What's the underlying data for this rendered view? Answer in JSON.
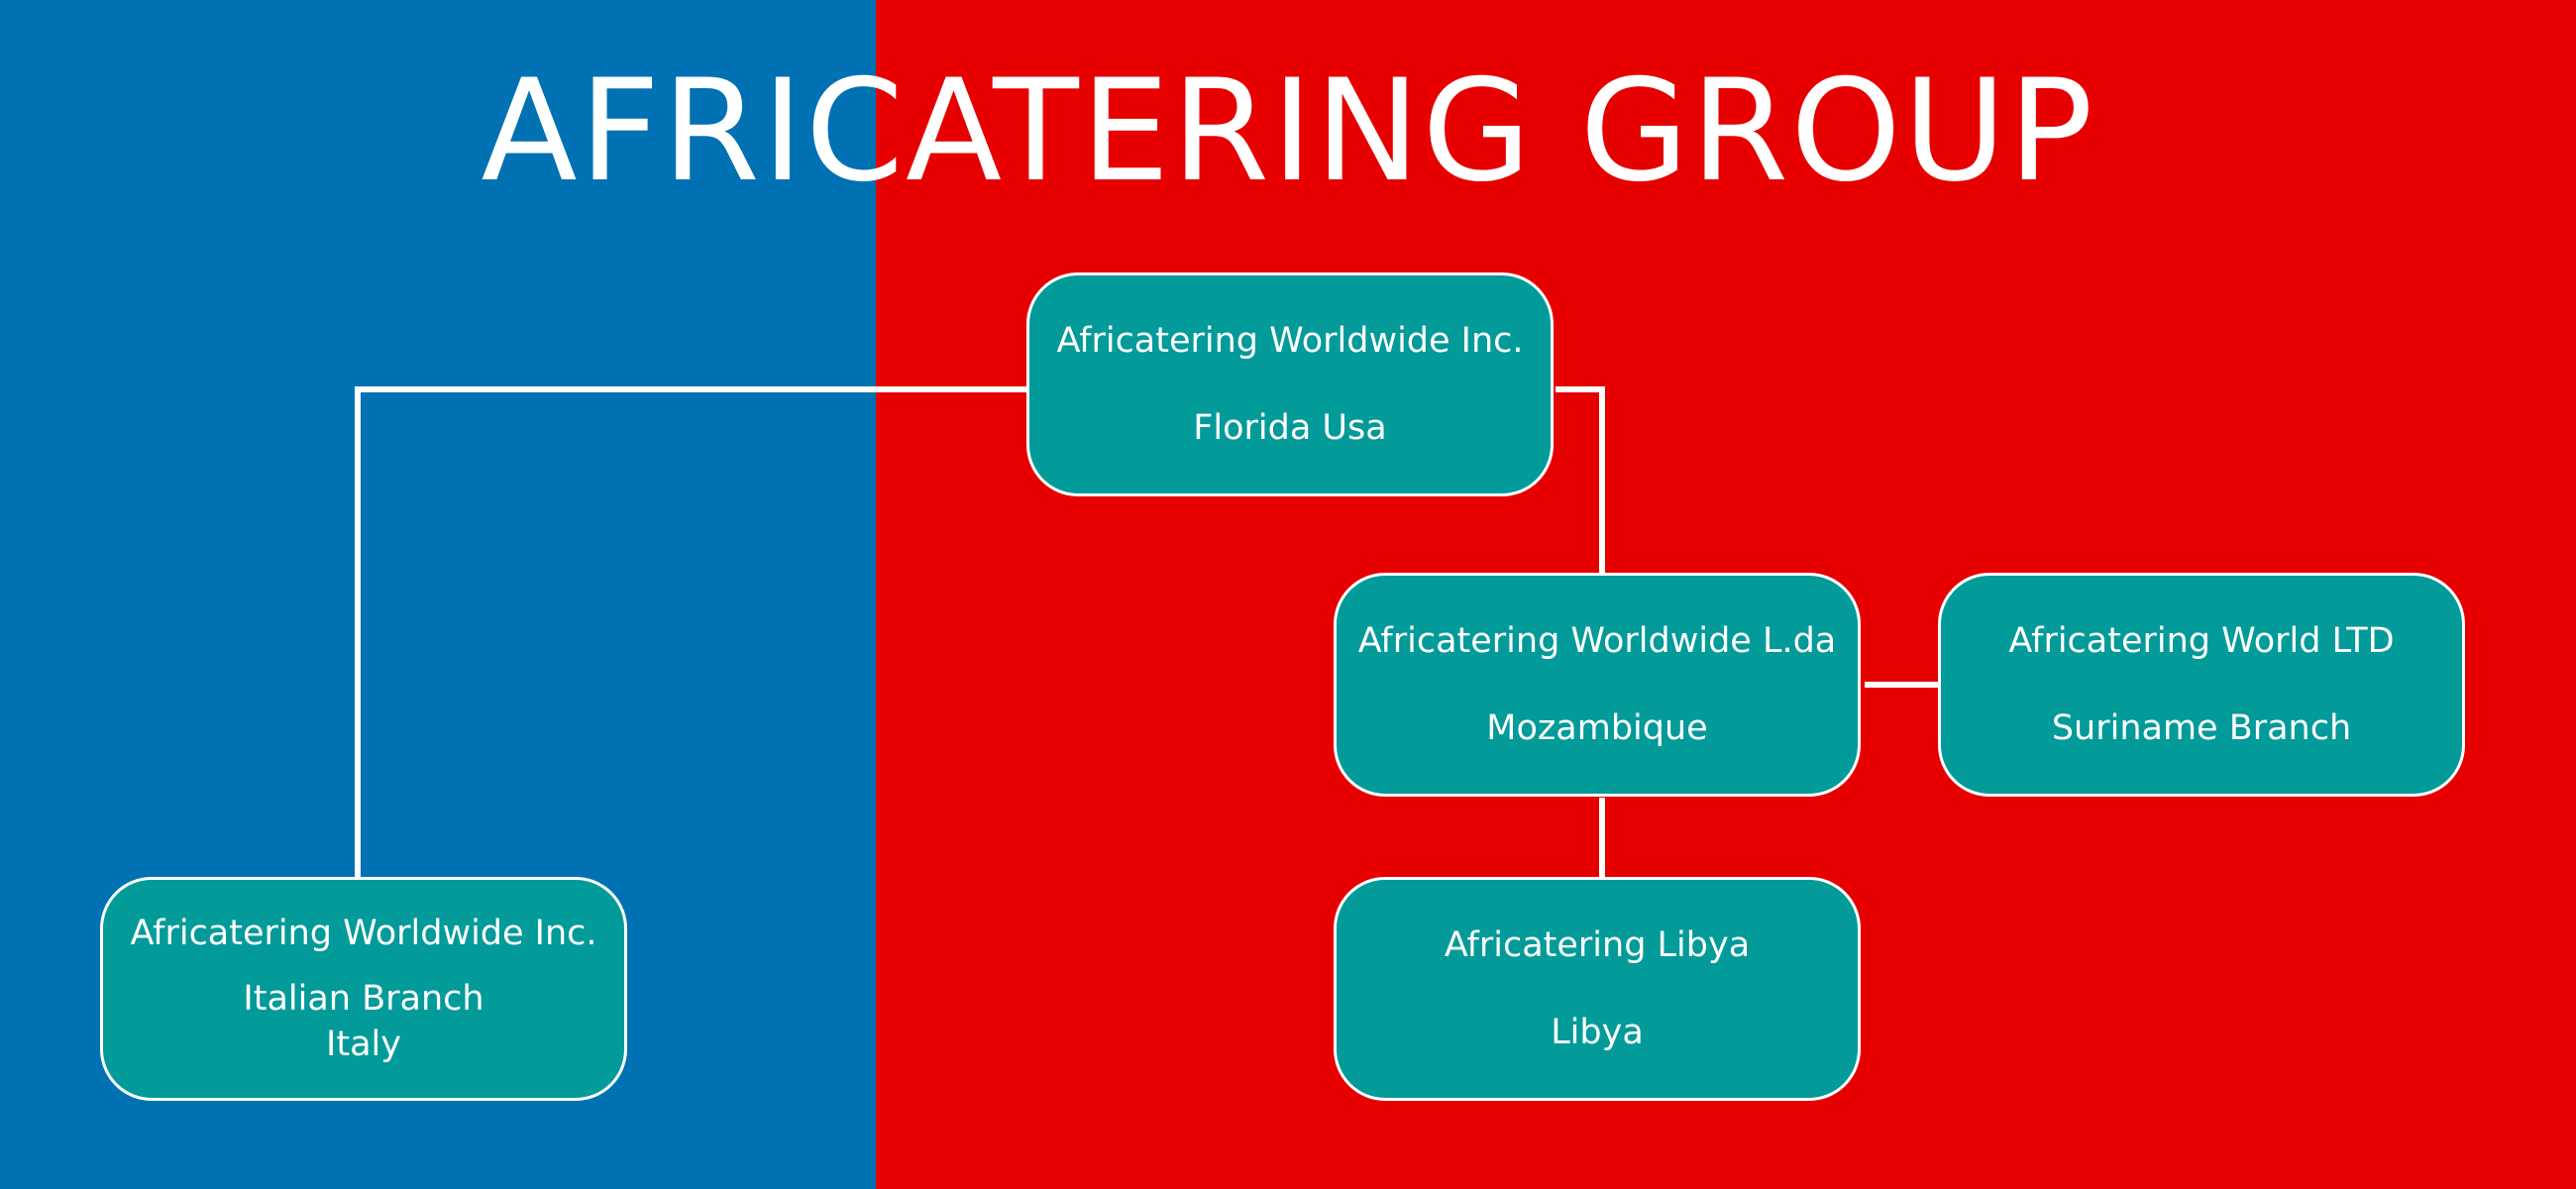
{
  "title": "AFRICATERING GROUP",
  "colors": {
    "left_background": "#0071b3",
    "right_background": "#e60000",
    "box": "#039a9a",
    "lines": "#ffffff"
  },
  "nodes": {
    "hq": {
      "name": "Africatering Worldwide Inc.",
      "location": "Florida Usa"
    },
    "mozambique": {
      "name": "Africatering Worldwide L.da",
      "location": "Mozambique"
    },
    "suriname": {
      "name": "Africatering World LTD",
      "location": "Suriname Branch"
    },
    "libya": {
      "name": "Africatering Libya",
      "location": "Libya"
    },
    "italy": {
      "name": "Africatering Worldwide Inc.",
      "location": "Italian Branch",
      "country": "Italy"
    }
  }
}
